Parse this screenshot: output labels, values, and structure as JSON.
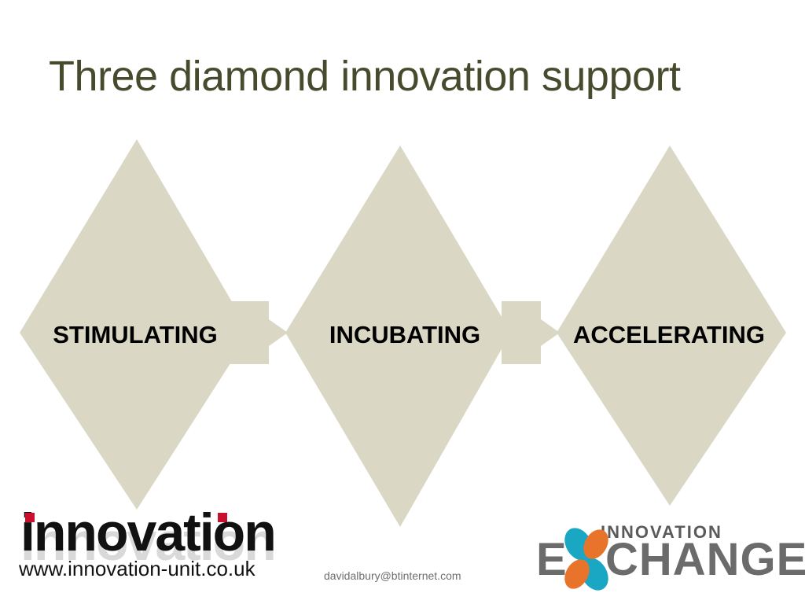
{
  "slide": {
    "title": "Three diamond innovation support"
  },
  "diagram": {
    "stages": [
      {
        "label": "STIMULATING"
      },
      {
        "label": "INCUBATING"
      },
      {
        "label": "ACCELERATING"
      }
    ],
    "colors": {
      "diamond_fill": "#dad8c4",
      "arrow_fill": "#dad8c4",
      "title_color": "#474a2c"
    }
  },
  "footer": {
    "left_logo": {
      "word": "innovation",
      "url": "www.innovation-unit.co.uk",
      "accent_color": "#c8102e"
    },
    "email": "davidalbury@btinternet.com",
    "right_logo": {
      "top_word": "INNOVATION",
      "first_letter": "E",
      "remaining_letters": "CHANGE",
      "x_colors": [
        "#1aa7c4",
        "#e8732a"
      ]
    }
  }
}
